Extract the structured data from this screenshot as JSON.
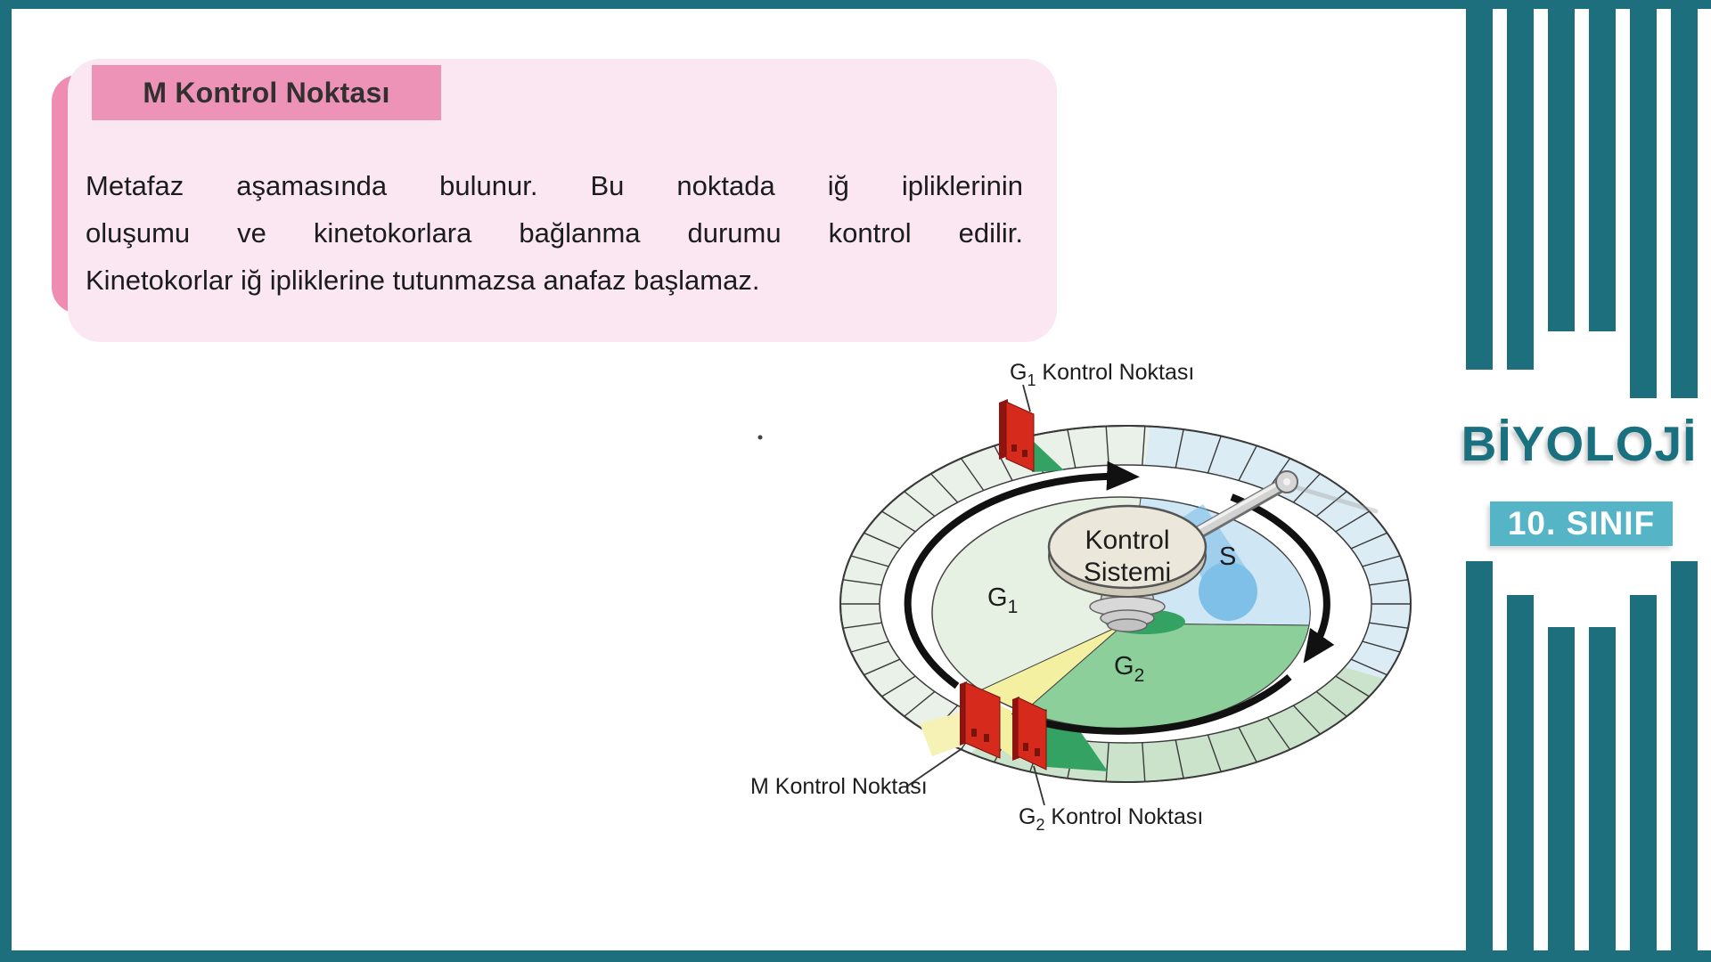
{
  "card": {
    "title": "M Kontrol Noktası",
    "body_lines": [
      "Metafaz aşamasında bulunur. Bu noktada iğ ipliklerinin",
      "oluşumu ve kinetokorlara bağlanma durumu kontrol edilir.",
      "Kinetokorlar iğ ipliklerine tutunmazsa anafaz başlamaz."
    ],
    "colors": {
      "header_bg": "#ee93b8",
      "body_bg": "#fbe7f1",
      "spine": "#ee8cb2"
    }
  },
  "diagram": {
    "checkpoint_labels": {
      "g1": {
        "base": "G",
        "sub": "1",
        "rest": " Kontrol Noktası"
      },
      "g2": {
        "base": "G",
        "sub": "2",
        "rest": " Kontrol Noktası"
      },
      "m": "M Kontrol Noktası"
    },
    "center": {
      "line1": "Kontrol",
      "line2": "Sistemi"
    },
    "phases": {
      "g1": {
        "base": "G",
        "sub": "1"
      },
      "g2": {
        "base": "G",
        "sub": "2"
      },
      "s": "S"
    },
    "colors": {
      "ring_g1": "#e9f1e8",
      "ring_s": "#dcecf5",
      "ring_g2": "#cbe3cb",
      "pie_g1": "#e7f1e3",
      "pie_s": "#cfe7f4",
      "pie_g2": "#8ccf9a",
      "pie_m": "#f4f0a2",
      "checkpoint_red": "#d62b1c",
      "checkpoint_red_dark": "#8f1410",
      "accent_green": "#33a263",
      "pointer_blue": "#7fc0e8"
    }
  },
  "brand": {
    "subject": "BİYOLOJİ",
    "grade": "10. SINIF",
    "teal": "#1e6f7e",
    "badge_bg": "#55b5c7"
  }
}
